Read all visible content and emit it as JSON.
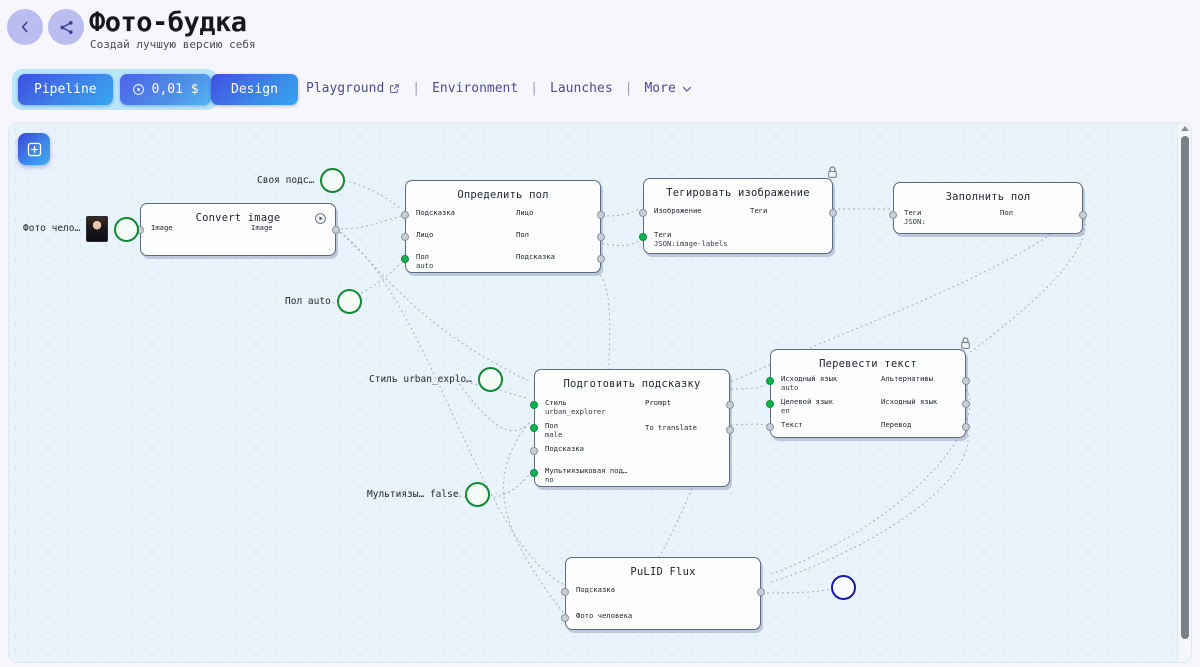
{
  "header": {
    "back_icon": "chevron-left-icon",
    "share_icon": "share-nodes-icon",
    "title": "Фото-будка",
    "subtitle": "Создай лучшую версию себя",
    "pipeline_label": "Pipeline",
    "cost_label": "0,01 $",
    "cost_icon": "coin-icon",
    "design_label": "Design",
    "nav": [
      {
        "label": "Playground",
        "icon": "external-link-icon"
      },
      {
        "label": "Environment",
        "icon": ""
      },
      {
        "label": "Launches",
        "icon": ""
      },
      {
        "label": "More",
        "icon": "chevron-down-icon"
      }
    ],
    "separator": "|"
  },
  "canvas": {
    "add_node_icon": "plus-square-icon",
    "scrollbar_up_icon": "caret-up-icon"
  },
  "variables": [
    {
      "id": "photo",
      "label": "Фото чело…",
      "value": "",
      "ring": "green",
      "thumb": true
    },
    {
      "id": "own_prompt",
      "label": "Своя подс…",
      "value": "",
      "ring": "green",
      "thumb": false
    },
    {
      "id": "gender",
      "label": "Пол",
      "value": "auto",
      "ring": "green",
      "thumb": false
    },
    {
      "id": "style",
      "label": "Стиль",
      "value": "urban_explo…",
      "ring": "green",
      "thumb": false
    },
    {
      "id": "multilang",
      "label": "Мультиязы…",
      "value": "false",
      "ring": "green",
      "thumb": false
    },
    {
      "id": "result",
      "label": "",
      "value": "",
      "ring": "navy",
      "thumb": false
    }
  ],
  "nodes": [
    {
      "id": "convert-image",
      "title": "Convert image",
      "has_play_icon": true,
      "has_lock": false,
      "inputs": [
        {
          "name": "Image",
          "value": "",
          "active": false
        }
      ],
      "outputs": [
        {
          "name": "Image",
          "value": ""
        }
      ]
    },
    {
      "id": "determine-gender",
      "title": "Определить пол",
      "has_play_icon": false,
      "has_lock": false,
      "inputs": [
        {
          "name": "Подсказка",
          "value": "",
          "active": false
        },
        {
          "name": "Лицо",
          "value": "",
          "active": false
        },
        {
          "name": "Пол",
          "value": "auto",
          "active": true
        }
      ],
      "outputs": [
        {
          "name": "Лицо",
          "value": ""
        },
        {
          "name": "Пол",
          "value": ""
        },
        {
          "name": "Подсказка",
          "value": ""
        }
      ]
    },
    {
      "id": "tag-image",
      "title": "Тегировать изображение",
      "has_play_icon": false,
      "has_lock": true,
      "inputs": [
        {
          "name": "Изображение",
          "value": "",
          "active": false
        },
        {
          "name": "Теги",
          "value": "JSON:image-labels",
          "active": true
        }
      ],
      "outputs": [
        {
          "name": "Теги",
          "value": ""
        }
      ]
    },
    {
      "id": "fill-gender",
      "title": "Заполнить пол",
      "has_play_icon": false,
      "has_lock": false,
      "inputs": [
        {
          "name": "Теги",
          "value": "JSON:",
          "active": false
        }
      ],
      "outputs": [
        {
          "name": "Пол",
          "value": ""
        }
      ]
    },
    {
      "id": "prepare-prompt",
      "title": "Подготовить подсказку",
      "has_play_icon": false,
      "has_lock": false,
      "inputs": [
        {
          "name": "Стиль",
          "value": "urban_explorer",
          "active": true
        },
        {
          "name": "Пол",
          "value": "male",
          "active": true
        },
        {
          "name": "Подсказка",
          "value": "",
          "active": false
        },
        {
          "name": "Мультиязыковая под…",
          "value": "no",
          "active": true
        }
      ],
      "outputs": [
        {
          "name": "Prompt",
          "value": ""
        },
        {
          "name": "To translate",
          "value": ""
        }
      ]
    },
    {
      "id": "translate-text",
      "title": "Перевести текст",
      "has_play_icon": false,
      "has_lock": true,
      "inputs": [
        {
          "name": "Исходный язык",
          "value": "auto",
          "active": true
        },
        {
          "name": "Целевой язык",
          "value": "en",
          "active": true
        },
        {
          "name": "Текст",
          "value": "",
          "active": false
        }
      ],
      "outputs": [
        {
          "name": "Альтернативы",
          "value": ""
        },
        {
          "name": "Исходный язык",
          "value": ""
        },
        {
          "name": "Перевод",
          "value": ""
        }
      ]
    },
    {
      "id": "pulid-flux",
      "title": "PuLID Flux",
      "has_play_icon": false,
      "has_lock": false,
      "inputs": [
        {
          "name": "Подсказка",
          "value": "",
          "active": false
        },
        {
          "name": "Фото человека",
          "value": "",
          "active": false
        }
      ],
      "outputs": []
    }
  ],
  "colors": {
    "accent_blue": "#3f7ee8",
    "canvas_bg": "#e8f3fb",
    "page_bg": "#f7f6fd",
    "port_active": "#11b14e",
    "ring_green": "#0f8a35",
    "ring_navy": "#1a1aa8",
    "node_border": "#5b6a86"
  }
}
